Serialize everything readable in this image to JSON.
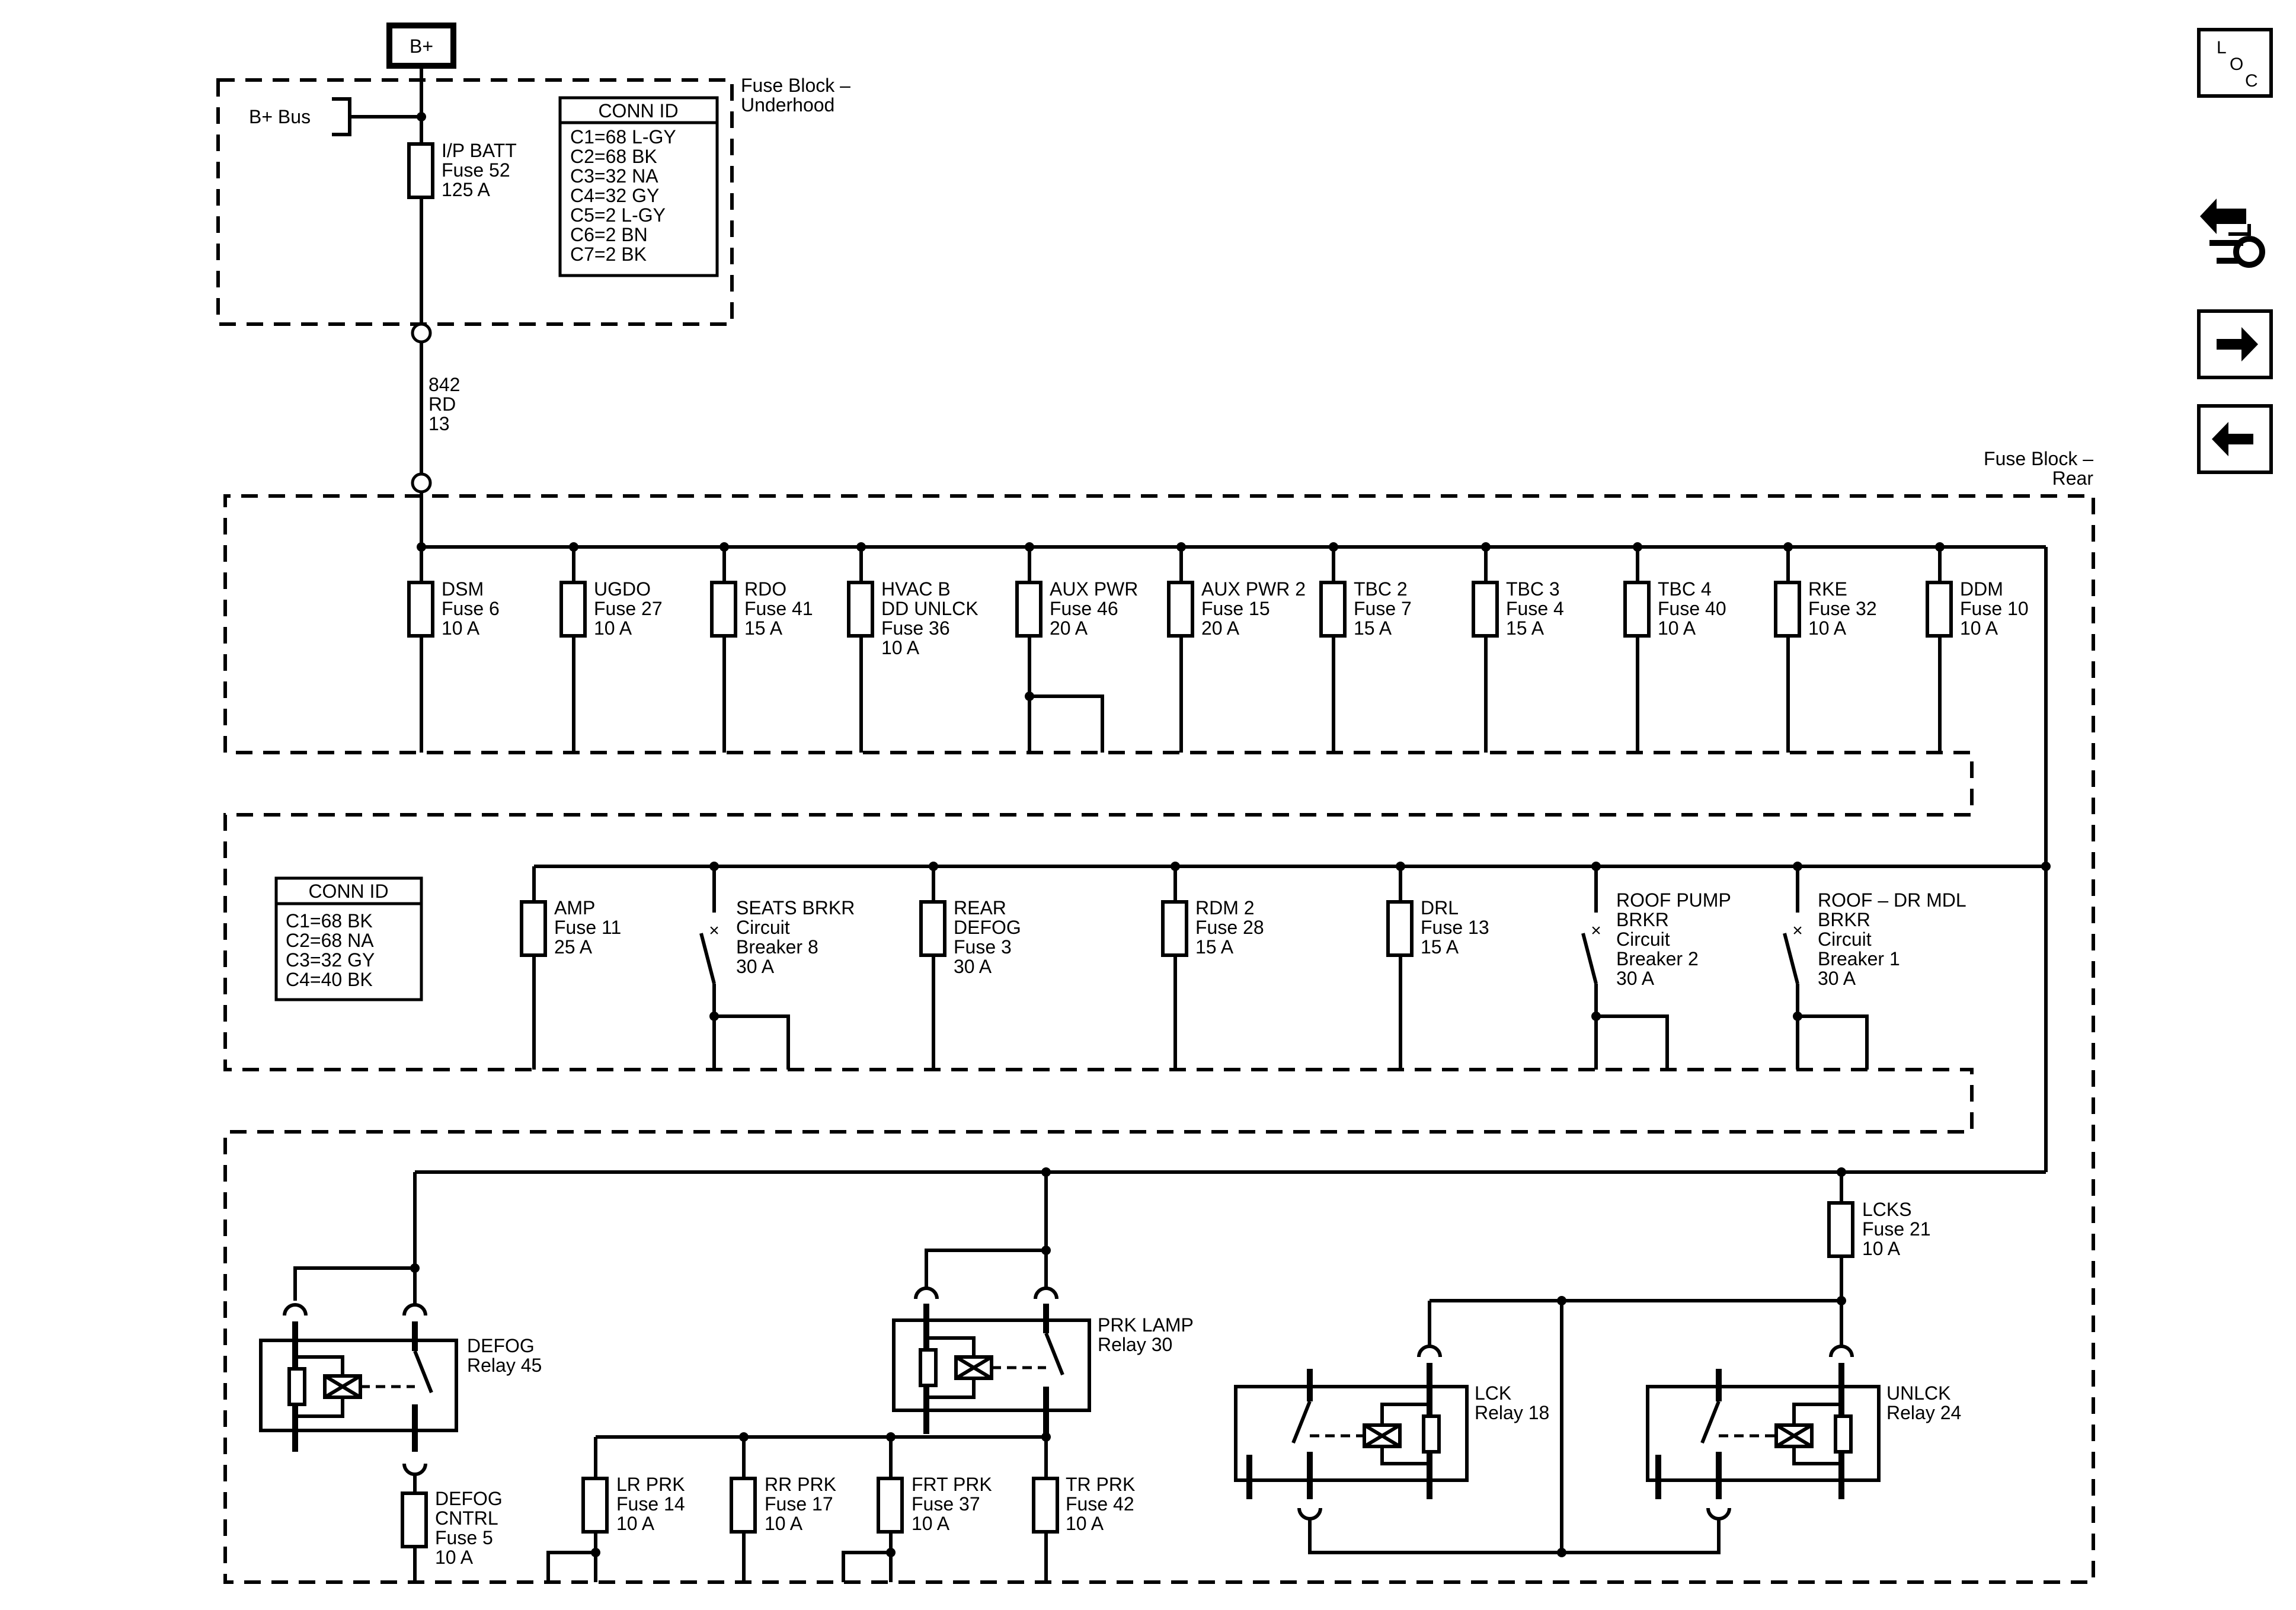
{
  "power_source": {
    "label": "B+"
  },
  "underhood": {
    "title": [
      "Fuse Block –",
      "Underhood"
    ],
    "bus_label": "B+ Bus",
    "fuse": [
      "I/P BATT",
      "Fuse 52",
      "125 A"
    ],
    "conn_id": {
      "title": "CONN ID",
      "items": [
        "C1=68 L-GY",
        "C2=68 BK",
        "C3=32 NA",
        "C4=32 GY",
        "C5=2 L-GY",
        "C6=2 BN",
        "C7=2 BK"
      ]
    }
  },
  "feed_wire": [
    "842",
    "RD",
    "13"
  ],
  "rear": {
    "title": [
      "Fuse Block –",
      "Rear"
    ],
    "top_fuses": [
      [
        "DSM",
        "Fuse 6",
        "10 A"
      ],
      [
        "UGDO",
        "Fuse 27",
        "10 A"
      ],
      [
        "RDO",
        "Fuse 41",
        "15 A"
      ],
      [
        "HVAC B",
        "DD UNLCK",
        "Fuse 36",
        "10 A"
      ],
      [
        "AUX PWR",
        "Fuse 46",
        "20 A"
      ],
      [
        "AUX PWR 2",
        "Fuse 15",
        "20 A"
      ],
      [
        "TBC 2",
        "Fuse 7",
        "15 A"
      ],
      [
        "TBC 3",
        "Fuse 4",
        "15 A"
      ],
      [
        "TBC 4",
        "Fuse 40",
        "10 A"
      ],
      [
        "RKE",
        "Fuse 32",
        "10 A"
      ],
      [
        "DDM",
        "Fuse 10",
        "10 A"
      ]
    ],
    "conn_id": {
      "title": "CONN ID",
      "items": [
        "C1=68 BK",
        "C2=68 NA",
        "C3=32 GY",
        "C4=40 BK"
      ]
    },
    "mid_devices": [
      [
        "AMP",
        "Fuse 11",
        "25 A"
      ],
      [
        "SEATS BRKR",
        "Circuit",
        "Breaker 8",
        "30 A"
      ],
      [
        "REAR",
        "DEFOG",
        "Fuse 3",
        "30 A"
      ],
      [
        "RDM 2",
        "Fuse 28",
        "15 A"
      ],
      [
        "DRL",
        "Fuse 13",
        "15 A"
      ],
      [
        "ROOF PUMP",
        "BRKR",
        "Circuit",
        "Breaker 2",
        "30 A"
      ],
      [
        "ROOF – DR MDL",
        "BRKR",
        "Circuit",
        "Breaker 1",
        "30 A"
      ]
    ],
    "relays": {
      "defog": [
        "DEFOG",
        "Relay 45"
      ],
      "prk_lamp": [
        "PRK LAMP",
        "Relay 30"
      ],
      "lck": [
        "LCK",
        "Relay 18"
      ],
      "unlck": [
        "UNLCK",
        "Relay 24"
      ]
    },
    "lcks_fuse": [
      "LCKS",
      "Fuse 21",
      "10 A"
    ],
    "defog_cntrl_fuse": [
      "DEFOG",
      "CNTRL",
      "Fuse 5",
      "10 A"
    ],
    "bottom_fuses": [
      [
        "LR PRK",
        "Fuse 14",
        "10 A"
      ],
      [
        "RR PRK",
        "Fuse 17",
        "10 A"
      ],
      [
        "FRT PRK",
        "Fuse 37",
        "10 A"
      ],
      [
        "TR PRK",
        "Fuse 42",
        "10 A"
      ]
    ]
  },
  "side_icons": {
    "loc": [
      "L",
      "O",
      "C"
    ],
    "items": [
      "loc-icon",
      "schematic-tools-icon",
      "next-page-arrow-icon",
      "previous-page-arrow-icon"
    ]
  }
}
